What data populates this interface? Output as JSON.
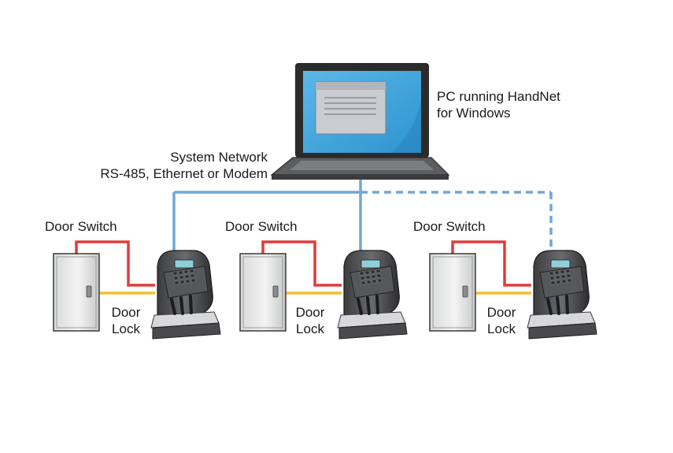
{
  "pc": {
    "label_line1": "PC running HandNet",
    "label_line2": "for Windows"
  },
  "network": {
    "label_line1": "System Network",
    "label_line2": "RS-485, Ethernet or Modem"
  },
  "doors": [
    {
      "switch_label": "Door Switch",
      "lock_label_line1": "Door",
      "lock_label_line2": "Lock"
    },
    {
      "switch_label": "Door Switch",
      "lock_label_line1": "Door",
      "lock_label_line2": "Lock"
    },
    {
      "switch_label": "Door Switch",
      "lock_label_line1": "Door",
      "lock_label_line2": "Lock"
    }
  ],
  "colors": {
    "network_line": "#6fa8d6",
    "switch_wire": "#e23b3b",
    "lock_wire": "#f0c030",
    "screen": "#3fa7de",
    "laptop_body": "#2b2b2b"
  },
  "icons": {
    "computer": "laptop-icon",
    "door": "door-icon",
    "reader": "hand-reader-icon"
  }
}
